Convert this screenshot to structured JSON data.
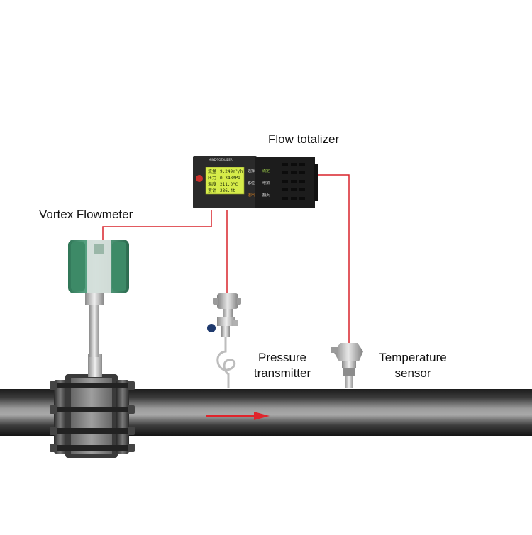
{
  "labels": {
    "flow_totalizer": "Flow totalizer",
    "vortex_flowmeter": "Vortex Flowmeter",
    "pressure_transmitter_line1": "Pressure",
    "pressure_transmitter_line2": "transmitter",
    "temperature_sensor_line1": "Temperature",
    "temperature_sensor_line2": "sensor"
  },
  "totalizer_panel": {
    "model_text": "MIND-TOTALIZER",
    "footer_text": "",
    "lcd_rows": [
      {
        "name": "流量",
        "value": "9.249m³/h"
      },
      {
        "name": "压力",
        "value": "0.348MPa"
      },
      {
        "name": "温度",
        "value": "211.0°C"
      },
      {
        "name": "累计",
        "value": "236.4t"
      }
    ],
    "keys": [
      {
        "left": "选择",
        "right": "确定"
      },
      {
        "left": "移位",
        "right": "增加"
      },
      {
        "left": "退出",
        "right": "翻页"
      }
    ]
  },
  "colors": {
    "signal_wire": "#d9242b",
    "flow_arrow": "#e0242b",
    "lcd_background": "#d6ec4a",
    "flowmeter_housing": "#4c9b78"
  }
}
